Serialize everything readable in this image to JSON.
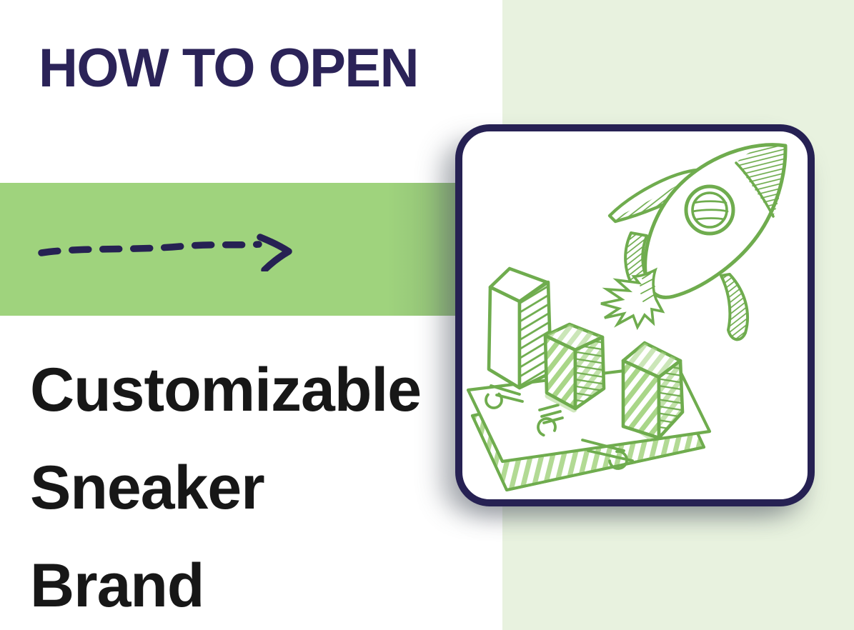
{
  "colors": {
    "navy": "#262153",
    "title_navy": "#2b2358",
    "text_black": "#171717",
    "band_green": "#9fd37d",
    "panel_green": "#e8f2df",
    "doodle_green": "#6fac4e",
    "doodle_light_green": "#a9d688"
  },
  "header": {
    "title": "HOW TO OPEN"
  },
  "band": {
    "arrow_icon": "dashed-arrow-right"
  },
  "headline": {
    "lines": [
      "Customizable",
      "Sneaker",
      "Brand"
    ]
  },
  "card": {
    "illustration": "rocket-launch-and-bar-chart-on-money-doodle"
  }
}
